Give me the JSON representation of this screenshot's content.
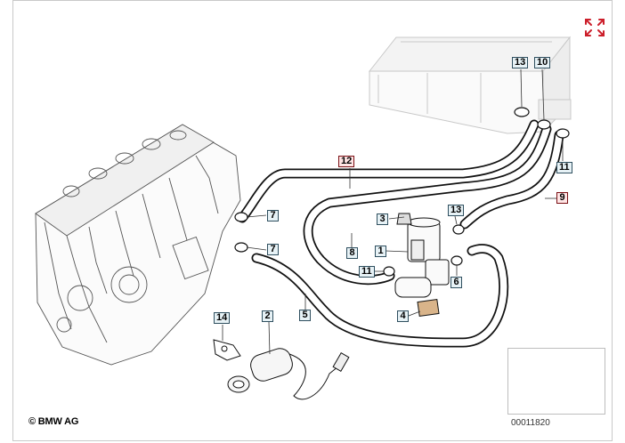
{
  "copyright": "© BMW AG",
  "part_number": "00011820",
  "icons": {
    "expand": "expand-arrows-icon",
    "thumbnail": "car-location-thumbnail"
  },
  "colors": {
    "callout_border": "#2f4f5f",
    "callout_fill": "#e7f2f6",
    "callout_highlight_border": "#7a0f14",
    "callout_highlight_fill": "#ffe5e5",
    "expand_icon": "#cc1f2b"
  },
  "callouts": [
    {
      "label": "13",
      "highlight": false
    },
    {
      "label": "10",
      "highlight": false
    },
    {
      "label": "12",
      "highlight": true
    },
    {
      "label": "11",
      "highlight": false
    },
    {
      "label": "9",
      "highlight": true
    },
    {
      "label": "7",
      "highlight": false
    },
    {
      "label": "3",
      "highlight": false
    },
    {
      "label": "13",
      "highlight": false
    },
    {
      "label": "7",
      "highlight": false
    },
    {
      "label": "8",
      "highlight": false
    },
    {
      "label": "1",
      "highlight": false
    },
    {
      "label": "11",
      "highlight": false
    },
    {
      "label": "6",
      "highlight": false
    },
    {
      "label": "5",
      "highlight": false
    },
    {
      "label": "4",
      "highlight": false
    },
    {
      "label": "14",
      "highlight": false
    },
    {
      "label": "2",
      "highlight": false
    }
  ]
}
